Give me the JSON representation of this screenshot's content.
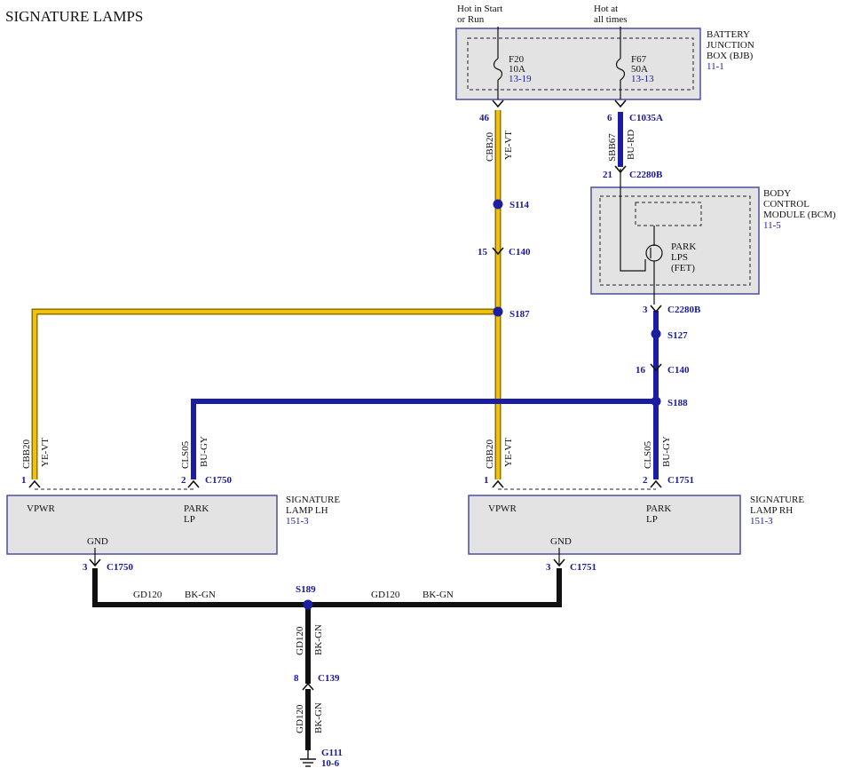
{
  "title": "SIGNATURE LAMPS",
  "feeds": {
    "start_run": [
      "Hot in Start",
      "or Run"
    ],
    "all_times": [
      "Hot at",
      "all times"
    ]
  },
  "bjb": {
    "label": [
      "BATTERY",
      "JUNCTION",
      "BOX (BJB)"
    ],
    "ref": "11-1",
    "fuse_f20": {
      "name": "F20",
      "rating": "10A",
      "ref": "13-19"
    },
    "fuse_f67": {
      "name": "F67",
      "rating": "50A",
      "ref": "13-13"
    }
  },
  "bcm": {
    "label": [
      "BODY",
      "CONTROL",
      "MODULE (BCM)"
    ],
    "ref": "11-5",
    "driver": [
      "PARK",
      "LPS",
      "(FET)"
    ]
  },
  "lamp_lh": {
    "label": [
      "SIGNATURE",
      "LAMP LH"
    ],
    "ref": "151-3",
    "pin_vpwr": "VPWR",
    "pin_park": [
      "PARK",
      "LP"
    ],
    "pin_gnd": "GND"
  },
  "lamp_rh": {
    "label": [
      "SIGNATURE",
      "LAMP RH"
    ],
    "ref": "151-3",
    "pin_vpwr": "VPWR",
    "pin_park": [
      "PARK",
      "LP"
    ],
    "pin_gnd": "GND"
  },
  "wires": {
    "cbb20": {
      "circuit": "CBB20",
      "color": "YE-VT"
    },
    "sbb67": {
      "circuit": "SBB67",
      "color": "BU-RD"
    },
    "cls05": {
      "circuit": "CLS05",
      "color": "BU-GY"
    },
    "gd120": {
      "circuit": "GD120",
      "color": "BK-GN"
    }
  },
  "connectors": {
    "bjb_pin46": "46",
    "c1035a_pin": "6",
    "c1035a": "C1035A",
    "c2280b_pin21": "21",
    "c2280b_top": "C2280B",
    "c2280b_pin3": "3",
    "c2280b_bottom": "C2280B",
    "c140_pin15": "15",
    "c140_left": "C140",
    "c140_pin16": "16",
    "c140_right": "C140",
    "c1750_pin1": "1",
    "c1750_pin2": "2",
    "c1750_top": "C1750",
    "c1751_pin1": "1",
    "c1751_pin2": "2",
    "c1751_top": "C1751",
    "c1750_pin3": "3",
    "c1750_bottom": "C1750",
    "c1751_pin3": "3",
    "c1751_bottom": "C1751",
    "c139_pin8": "8",
    "c139": "C139"
  },
  "splices": {
    "s114": "S114",
    "s187": "S187",
    "s127": "S127",
    "s188": "S188",
    "s189": "S189"
  },
  "ground": {
    "name": "G111",
    "ref": "10-6"
  },
  "colors": {
    "yellow_wire": "#f2c200",
    "yellow_outline": "#8a7000",
    "blue_wire": "#1b1ea3",
    "black_wire": "#111111",
    "box_fill": "#e3e3e3",
    "box_border": "#4a4f9e",
    "label_blue": "#1a1a9e"
  }
}
